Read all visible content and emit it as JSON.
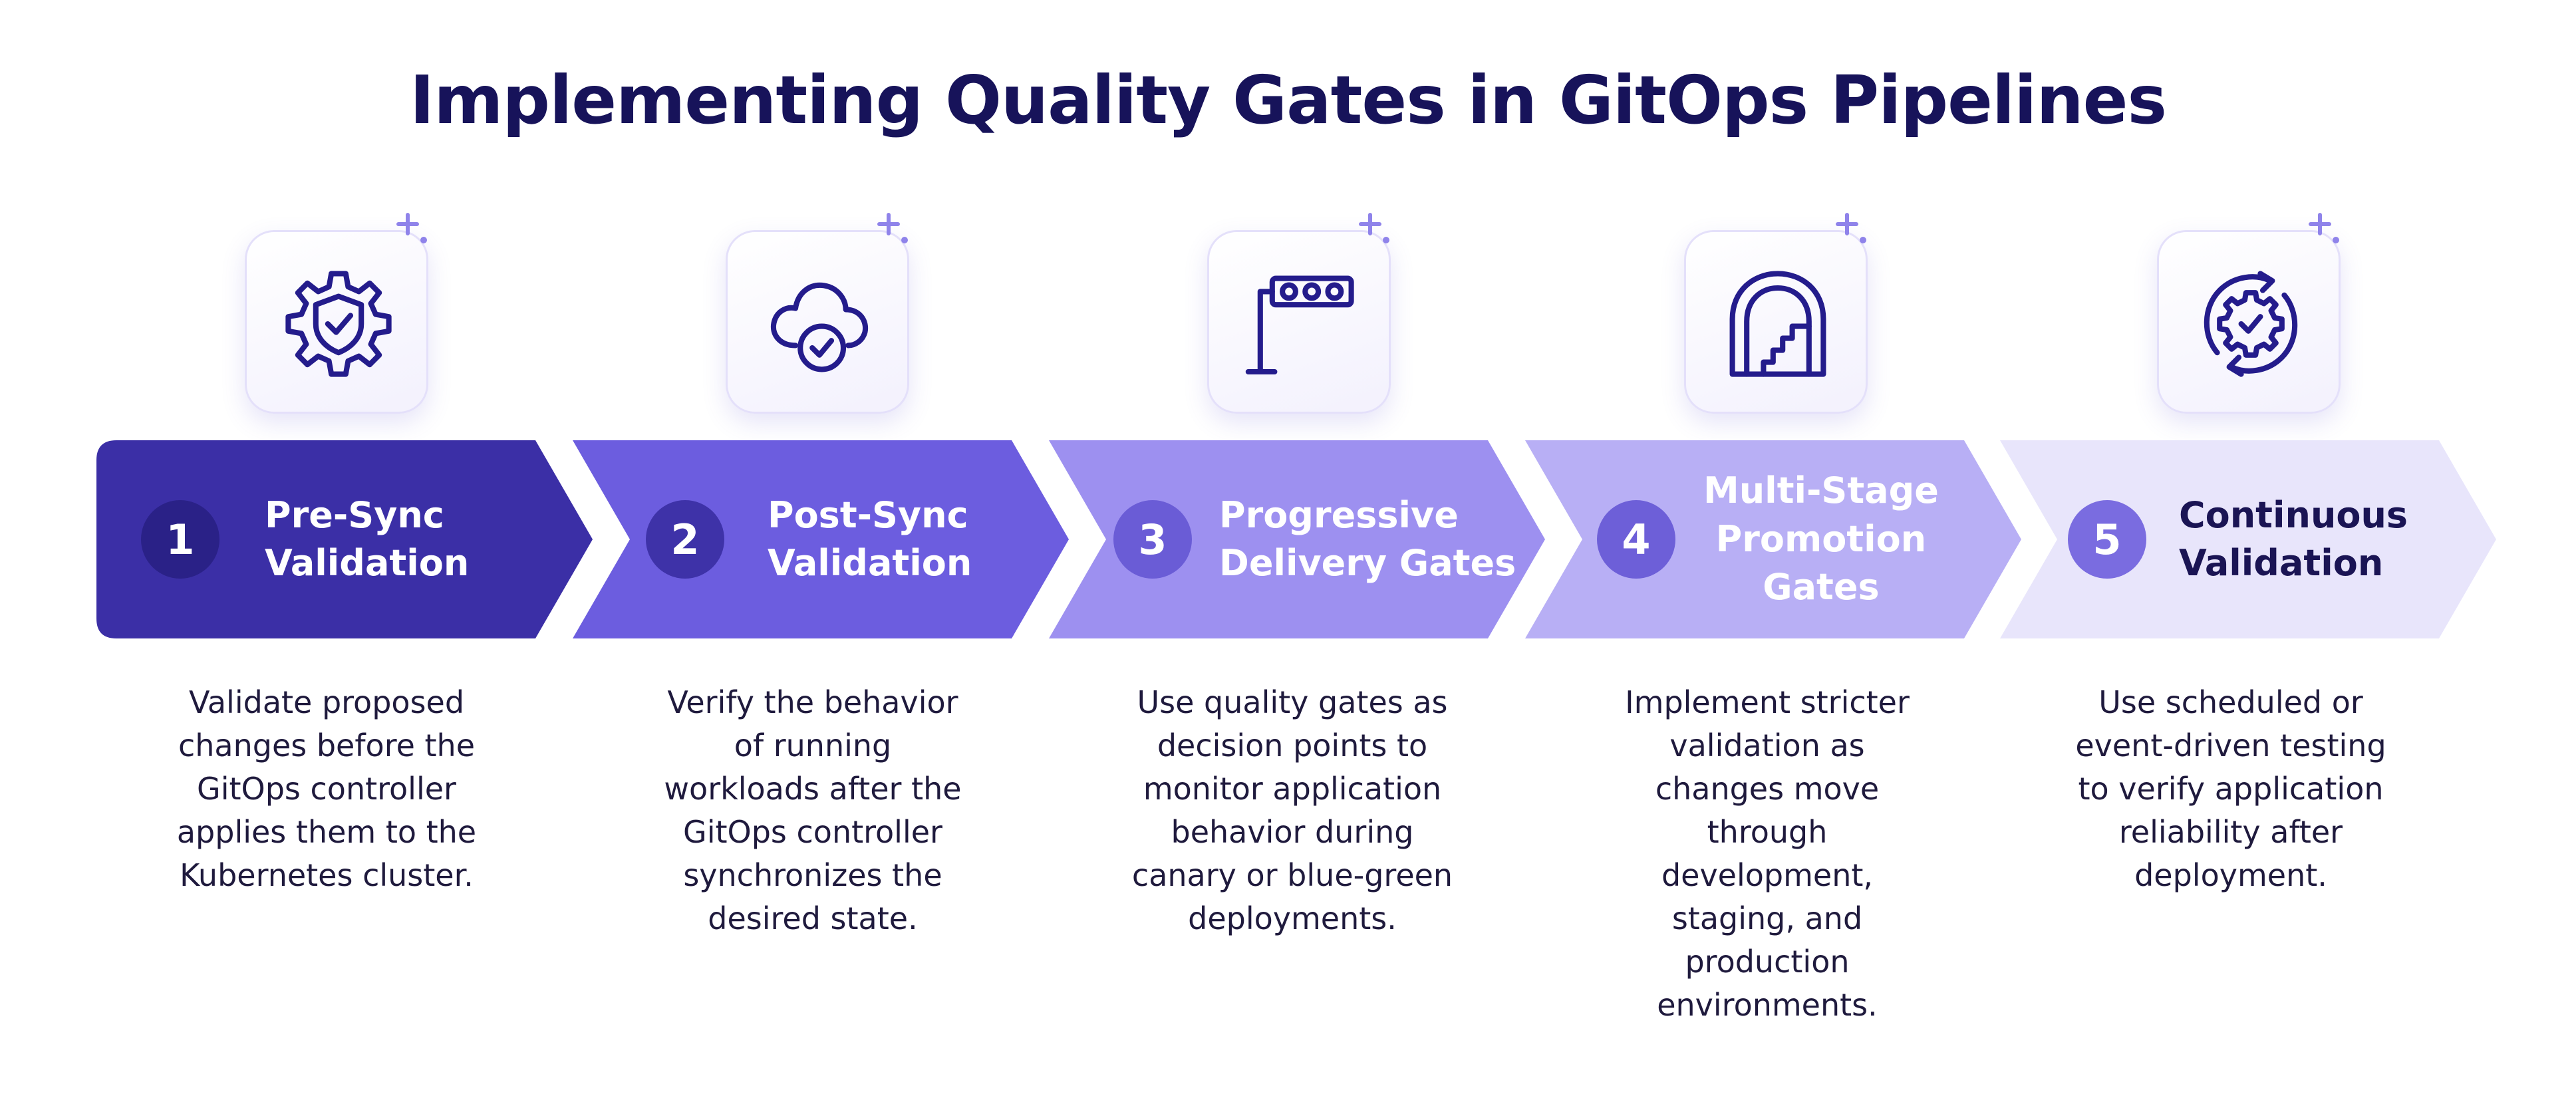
{
  "title": "Implementing Quality Gates in GitOps Pipelines",
  "steps": [
    {
      "number": "1",
      "label_lines": [
        "Pre-Sync",
        "Validation"
      ],
      "description_lines": [
        "Validate proposed",
        "changes before the",
        "GitOps controller",
        "applies them to the",
        "Kubernetes cluster."
      ],
      "icon": "gear-shield-check-icon",
      "fill": "#3b2fa6",
      "number_bg": "#2a2187",
      "text_color": "#ffffff"
    },
    {
      "number": "2",
      "label_lines": [
        "Post-Sync",
        "Validation"
      ],
      "description_lines": [
        "Verify the behavior",
        "of running",
        "workloads after the",
        "GitOps controller",
        "synchronizes the",
        "desired state."
      ],
      "icon": "cloud-check-icon",
      "fill": "#6c5ddf",
      "number_bg": "#3e32a8",
      "text_color": "#ffffff"
    },
    {
      "number": "3",
      "label_lines": [
        "Progressive",
        "Delivery Gates"
      ],
      "description_lines": [
        "Use quality gates as",
        "decision points to",
        "monitor application",
        "behavior during",
        "canary or blue-green",
        "deployments."
      ],
      "icon": "signal-pole-icon",
      "fill": "#9d90f0",
      "number_bg": "#6a5cd6",
      "text_color": "#ffffff"
    },
    {
      "number": "4",
      "label_lines": [
        "Multi-Stage",
        "Promotion",
        "Gates"
      ],
      "description_lines": [
        "Implement stricter",
        "validation as",
        "changes move",
        "through",
        "development,",
        "staging, and",
        "production",
        "environments."
      ],
      "icon": "arch-stairs-icon",
      "fill": "#b8aff5",
      "number_bg": "#6d5fd8",
      "text_color": "#ffffff"
    },
    {
      "number": "5",
      "label_lines": [
        "Continuous",
        "Validation"
      ],
      "description_lines": [
        "Use scheduled or",
        "event-driven testing",
        "to verify application",
        "reliability after",
        "deployment."
      ],
      "icon": "cycle-gear-check-icon",
      "fill": "#e8e5fb",
      "number_bg": "#7a6ce0",
      "text_color": "#1a1454"
    }
  ],
  "colors": {
    "icon_stroke": "#241c8c",
    "sparkle": "#8f83ea",
    "title": "#17135a"
  }
}
